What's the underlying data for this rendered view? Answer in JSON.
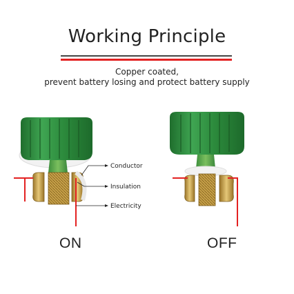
{
  "title": "Working Principle",
  "subtitle_line1": "Copper coated,",
  "subtitle_line2": "prevent battery losing and protect battery supply",
  "legend": {
    "conductor": "Conductor",
    "insulation": "Insulation",
    "electricity": "Electricity"
  },
  "states": {
    "on": "ON",
    "off": "OFF"
  },
  "colors": {
    "knob_green": "#2f8f3f",
    "electricity_red": "#e32121",
    "brass": "#c9a24a"
  },
  "icons": [
    "green-knob-icon",
    "brass-terminal-icon"
  ]
}
